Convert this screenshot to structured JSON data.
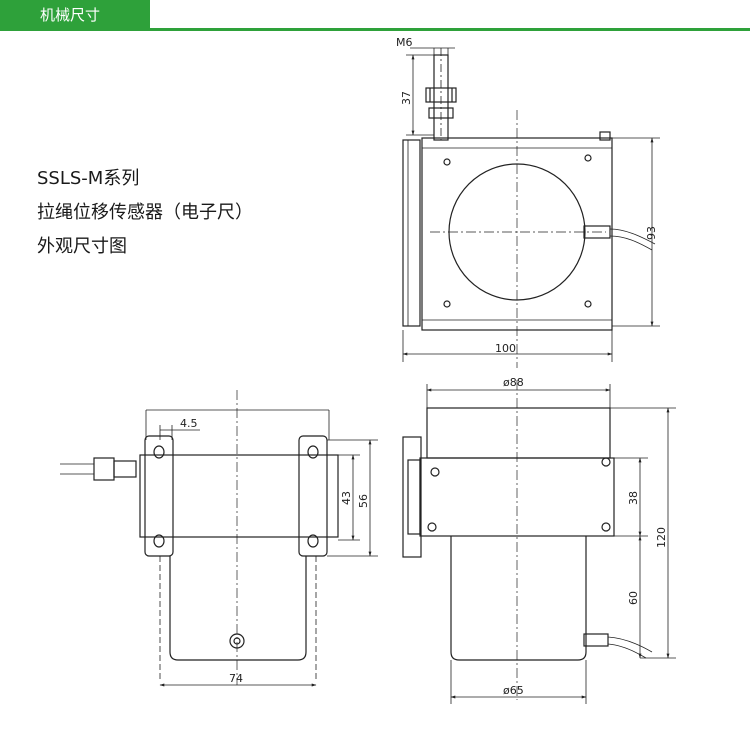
{
  "header": {
    "tab_label": "机械尺寸",
    "accent_color": "#2ea13a"
  },
  "intro": {
    "line1": "SSLS-M系列",
    "line2": "拉绳位移传感器（电子尺）",
    "line3": "外观尺寸图"
  },
  "dimensions": {
    "thread": "M6",
    "shaft_length": "37",
    "width_top": "100",
    "height_right": "93",
    "dia_top": "ø88",
    "dia_bottom": "ø65",
    "body_height": "38",
    "lower_height": "60",
    "total_height": "120",
    "offset": "4.5",
    "bracket_43": "43",
    "bracket_56": "56",
    "base_width": "74"
  }
}
